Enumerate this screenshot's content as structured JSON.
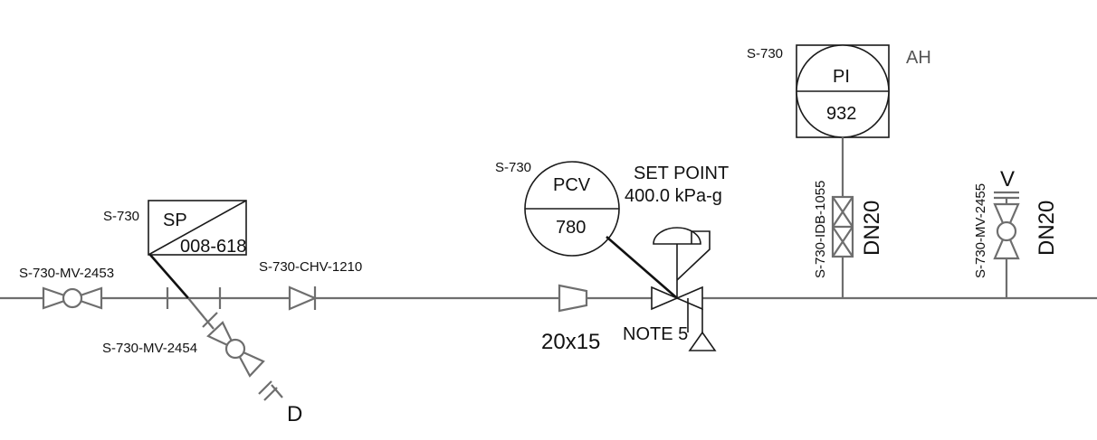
{
  "labels": {
    "mv2453": "S-730-MV-2453",
    "mv2454": "S-730-MV-2454",
    "chv1210": "S-730-CHV-1210",
    "drain": "D",
    "sp_area": "S-730",
    "sp_func": "SP",
    "sp_num": "008-618",
    "reducer": "20x15",
    "pcv_area": "S-730",
    "pcv_func": "PCV",
    "pcv_num": "780",
    "setpoint_line1": "SET POINT",
    "setpoint_line2": "400.0 kPa-g",
    "note5": "NOTE 5",
    "pi_area": "S-730",
    "pi_func": "PI",
    "pi_num": "932",
    "pi_alarm": "AH",
    "idb_tag": "S-730-IDB-1055",
    "idb_size": "DN20",
    "mv2455": "S-730-MV-2455",
    "vent": "V",
    "mv2455_size": "DN20"
  },
  "colors": {
    "pipe": "#6e6e6e",
    "instrument": "#1a1a1a",
    "text": "#111111",
    "background": "#ffffff"
  }
}
